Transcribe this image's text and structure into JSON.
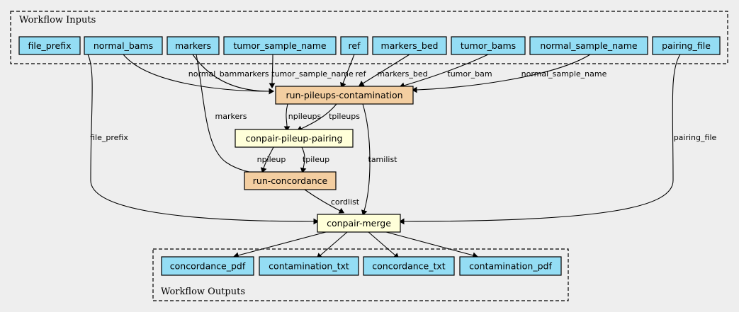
{
  "clusters": {
    "inputs": "Workflow Inputs",
    "outputs": "Workflow Outputs"
  },
  "colors": {
    "io_fill": "#94ddf4",
    "tool_fill": "#f3cea1",
    "subworkflow_fill": "#ffffd9",
    "background": "#eeeeee"
  },
  "inputs": [
    {
      "id": "file_prefix",
      "label": "file_prefix"
    },
    {
      "id": "normal_bams",
      "label": "normal_bams"
    },
    {
      "id": "markers",
      "label": "markers"
    },
    {
      "id": "tumor_sample_name",
      "label": "tumor_sample_name"
    },
    {
      "id": "ref",
      "label": "ref"
    },
    {
      "id": "markers_bed",
      "label": "markers_bed"
    },
    {
      "id": "tumor_bams",
      "label": "tumor_bams"
    },
    {
      "id": "normal_sample_name",
      "label": "normal_sample_name"
    },
    {
      "id": "pairing_file",
      "label": "pairing_file"
    }
  ],
  "steps": [
    {
      "id": "run_pileups",
      "label": "run-pileups-contamination",
      "kind": "tool"
    },
    {
      "id": "conpair_pairing",
      "label": "conpair-pileup-pairing",
      "kind": "subworkflow"
    },
    {
      "id": "run_concordance",
      "label": "run-concordance",
      "kind": "tool"
    },
    {
      "id": "conpair_merge",
      "label": "conpair-merge",
      "kind": "subworkflow"
    }
  ],
  "outputs": [
    {
      "id": "concordance_pdf",
      "label": "concordance_pdf"
    },
    {
      "id": "contamination_txt",
      "label": "contamination_txt"
    },
    {
      "id": "concordance_txt",
      "label": "concordance_txt"
    },
    {
      "id": "contamination_pdf",
      "label": "contamination_pdf"
    }
  ],
  "edges": [
    {
      "from": "normal_bams",
      "to": "run_pileups",
      "label": "normal_bam"
    },
    {
      "from": "markers",
      "to": "run_pileups",
      "label": "markers"
    },
    {
      "from": "tumor_sample_name",
      "to": "run_pileups",
      "label": "tumor_sample_name"
    },
    {
      "from": "ref",
      "to": "run_pileups",
      "label": "ref"
    },
    {
      "from": "markers_bed",
      "to": "run_pileups",
      "label": "markers_bed"
    },
    {
      "from": "tumor_bams",
      "to": "run_pileups",
      "label": "tumor_bam"
    },
    {
      "from": "normal_sample_name",
      "to": "run_pileups",
      "label": "normal_sample_name"
    },
    {
      "from": "markers",
      "to": "run_concordance",
      "label": "markers"
    },
    {
      "from": "run_pileups",
      "to": "conpair_pairing",
      "label": "npileups"
    },
    {
      "from": "run_pileups",
      "to": "conpair_pairing",
      "label": "tpileups"
    },
    {
      "from": "run_pileups",
      "to": "conpair_merge",
      "label": "tamilist"
    },
    {
      "from": "conpair_pairing",
      "to": "run_concordance",
      "label": "npileup"
    },
    {
      "from": "conpair_pairing",
      "to": "run_concordance",
      "label": "tpileup"
    },
    {
      "from": "file_prefix",
      "to": "conpair_merge",
      "label": "file_prefix"
    },
    {
      "from": "run_concordance",
      "to": "conpair_merge",
      "label": "cordlist"
    },
    {
      "from": "pairing_file",
      "to": "conpair_merge",
      "label": "pairing_file"
    },
    {
      "from": "conpair_merge",
      "to": "concordance_pdf",
      "label": ""
    },
    {
      "from": "conpair_merge",
      "to": "contamination_txt",
      "label": ""
    },
    {
      "from": "conpair_merge",
      "to": "concordance_txt",
      "label": ""
    },
    {
      "from": "conpair_merge",
      "to": "contamination_pdf",
      "label": ""
    }
  ]
}
